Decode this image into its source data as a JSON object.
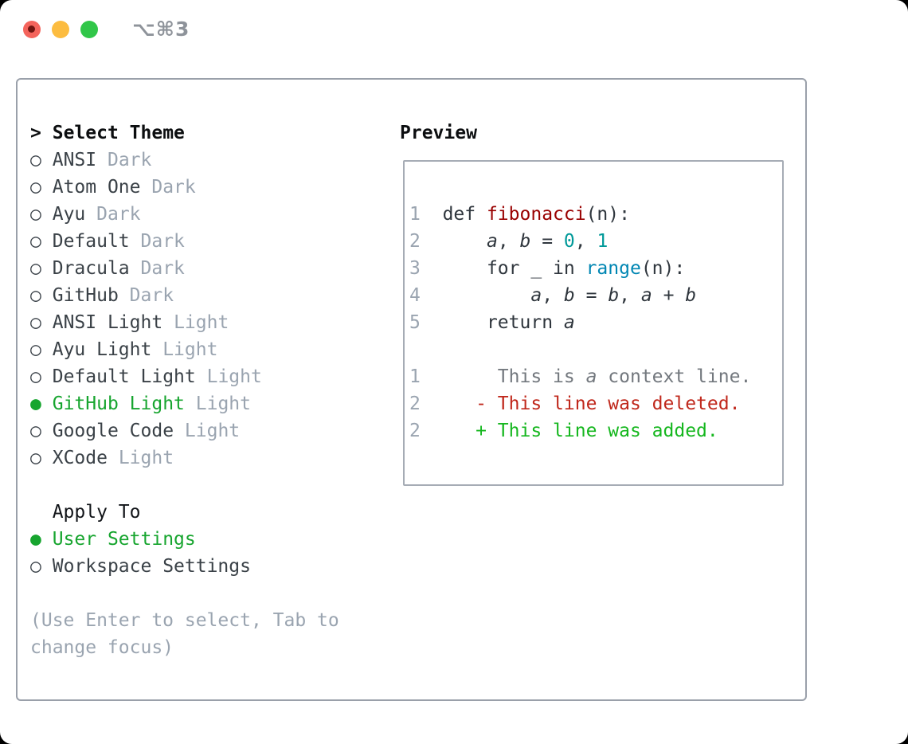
{
  "window": {
    "title": "⌥⌘3",
    "traffic_lights": [
      "close",
      "minimize",
      "zoom"
    ]
  },
  "colors": {
    "accent_green": "#17a52f",
    "diff_added": "#16b71f",
    "diff_deleted": "#c0281c",
    "function_red": "#990000",
    "number_teal": "#009999",
    "builtin_blue": "#0086b3",
    "muted_gray": "#9aa4b0",
    "code_fg": "#2f363d",
    "panel_border": "#9aa0aa",
    "light_red": "#f4645c",
    "light_yellow": "#fcbc40",
    "light_green": "#31c649"
  },
  "select_theme": {
    "header_prefix": ">",
    "header": "Select Theme",
    "items": [
      {
        "marker": "○",
        "name": "ANSI",
        "variant": "Dark",
        "selected": false
      },
      {
        "marker": "○",
        "name": "Atom One",
        "variant": "Dark",
        "selected": false
      },
      {
        "marker": "○",
        "name": "Ayu",
        "variant": "Dark",
        "selected": false
      },
      {
        "marker": "○",
        "name": "Default",
        "variant": "Dark",
        "selected": false
      },
      {
        "marker": "○",
        "name": "Dracula",
        "variant": "Dark",
        "selected": false
      },
      {
        "marker": "○",
        "name": "GitHub",
        "variant": "Dark",
        "selected": false
      },
      {
        "marker": "○",
        "name": "ANSI Light",
        "variant": "Light",
        "selected": false
      },
      {
        "marker": "○",
        "name": "Ayu Light",
        "variant": "Light",
        "selected": false
      },
      {
        "marker": "○",
        "name": "Default Light",
        "variant": "Light",
        "selected": false
      },
      {
        "marker": "●",
        "name": "GitHub Light",
        "variant": "Light",
        "selected": true
      },
      {
        "marker": "○",
        "name": "Google Code",
        "variant": "Light",
        "selected": false
      },
      {
        "marker": "○",
        "name": "XCode",
        "variant": "Light",
        "selected": false
      }
    ]
  },
  "apply_to": {
    "header": "Apply To",
    "options": [
      {
        "marker": "●",
        "name": "User Settings",
        "selected": true
      },
      {
        "marker": "○",
        "name": "Workspace Settings",
        "selected": false
      }
    ]
  },
  "help_text": "(Use Enter to select, Tab to change focus)",
  "preview": {
    "header": "Preview",
    "lines": [
      {
        "num": "1",
        "tokens": [
          {
            "t": "  ",
            "c": "fg"
          },
          {
            "t": "def ",
            "c": "fg"
          },
          {
            "t": "fibonacci",
            "c": "fn"
          },
          {
            "t": "(n):",
            "c": "fg"
          }
        ]
      },
      {
        "num": "2",
        "tokens": [
          {
            "t": "      ",
            "c": "fg"
          },
          {
            "t": "a",
            "c": "var"
          },
          {
            "t": ", ",
            "c": "fg"
          },
          {
            "t": "b",
            "c": "var"
          },
          {
            "t": " = ",
            "c": "fg"
          },
          {
            "t": "0",
            "c": "num"
          },
          {
            "t": ", ",
            "c": "fg"
          },
          {
            "t": "1",
            "c": "num"
          }
        ]
      },
      {
        "num": "3",
        "tokens": [
          {
            "t": "      ",
            "c": "fg"
          },
          {
            "t": "for _ in ",
            "c": "fg"
          },
          {
            "t": "range",
            "c": "blt"
          },
          {
            "t": "(n):",
            "c": "fg"
          }
        ]
      },
      {
        "num": "4",
        "tokens": [
          {
            "t": "          ",
            "c": "fg"
          },
          {
            "t": "a",
            "c": "var"
          },
          {
            "t": ", ",
            "c": "fg"
          },
          {
            "t": "b",
            "c": "var"
          },
          {
            "t": " = ",
            "c": "fg"
          },
          {
            "t": "b",
            "c": "var"
          },
          {
            "t": ", ",
            "c": "fg"
          },
          {
            "t": "a",
            "c": "var"
          },
          {
            "t": " + ",
            "c": "fg"
          },
          {
            "t": "b",
            "c": "var"
          }
        ]
      },
      {
        "num": "5",
        "tokens": [
          {
            "t": "      ",
            "c": "fg"
          },
          {
            "t": "return ",
            "c": "fg"
          },
          {
            "t": "a",
            "c": "var"
          }
        ]
      },
      {
        "num": "",
        "tokens": []
      },
      {
        "num": "1",
        "tokens": [
          {
            "t": "       ",
            "c": "ctx"
          },
          {
            "t": "This is ",
            "c": "ctx"
          },
          {
            "t": "a",
            "c": "ctxi"
          },
          {
            "t": " context line.",
            "c": "ctx"
          }
        ]
      },
      {
        "num": "2",
        "tokens": [
          {
            "t": "     ",
            "c": "del"
          },
          {
            "t": "- This line was deleted.",
            "c": "del"
          }
        ]
      },
      {
        "num": "2",
        "tokens": [
          {
            "t": "     ",
            "c": "add"
          },
          {
            "t": "+ This line was added.",
            "c": "add"
          }
        ]
      }
    ]
  }
}
